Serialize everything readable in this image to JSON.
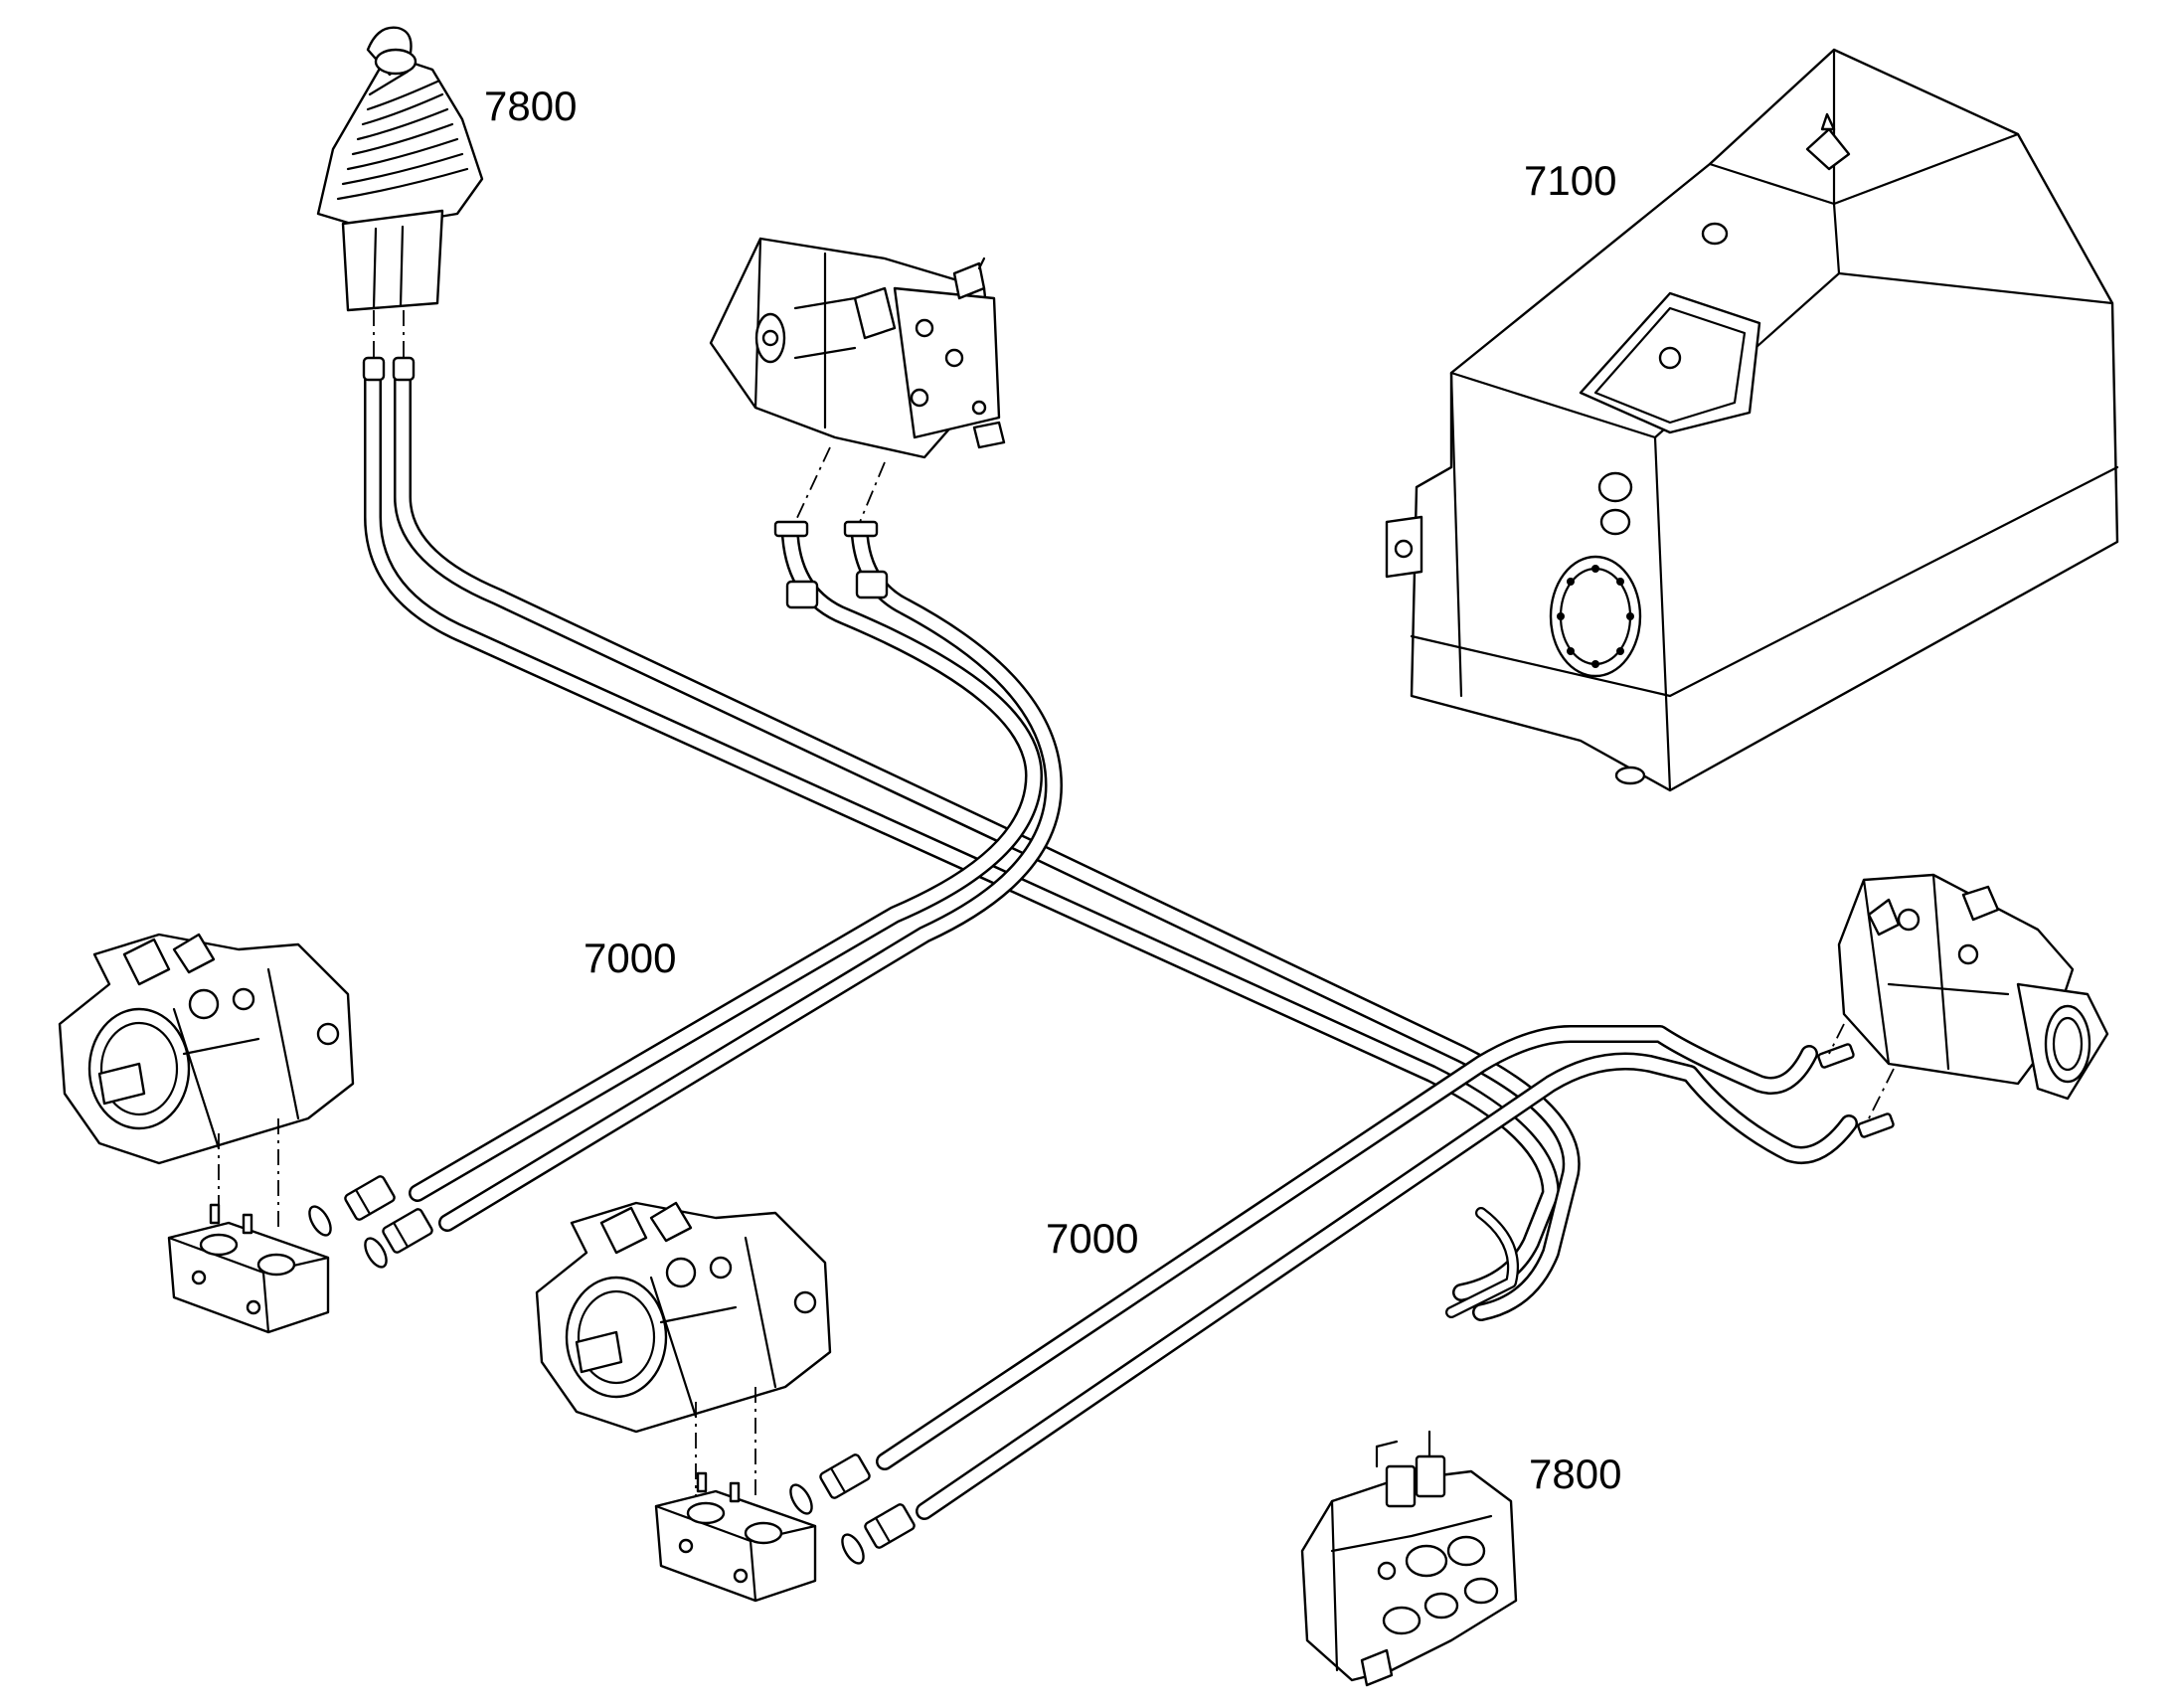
{
  "labels": {
    "pilot_control_valve": "7800",
    "hydraulic_tank": "7100",
    "hose_group_left": "7000",
    "hose_group_center": "7000",
    "control_valve_block": "7800"
  }
}
